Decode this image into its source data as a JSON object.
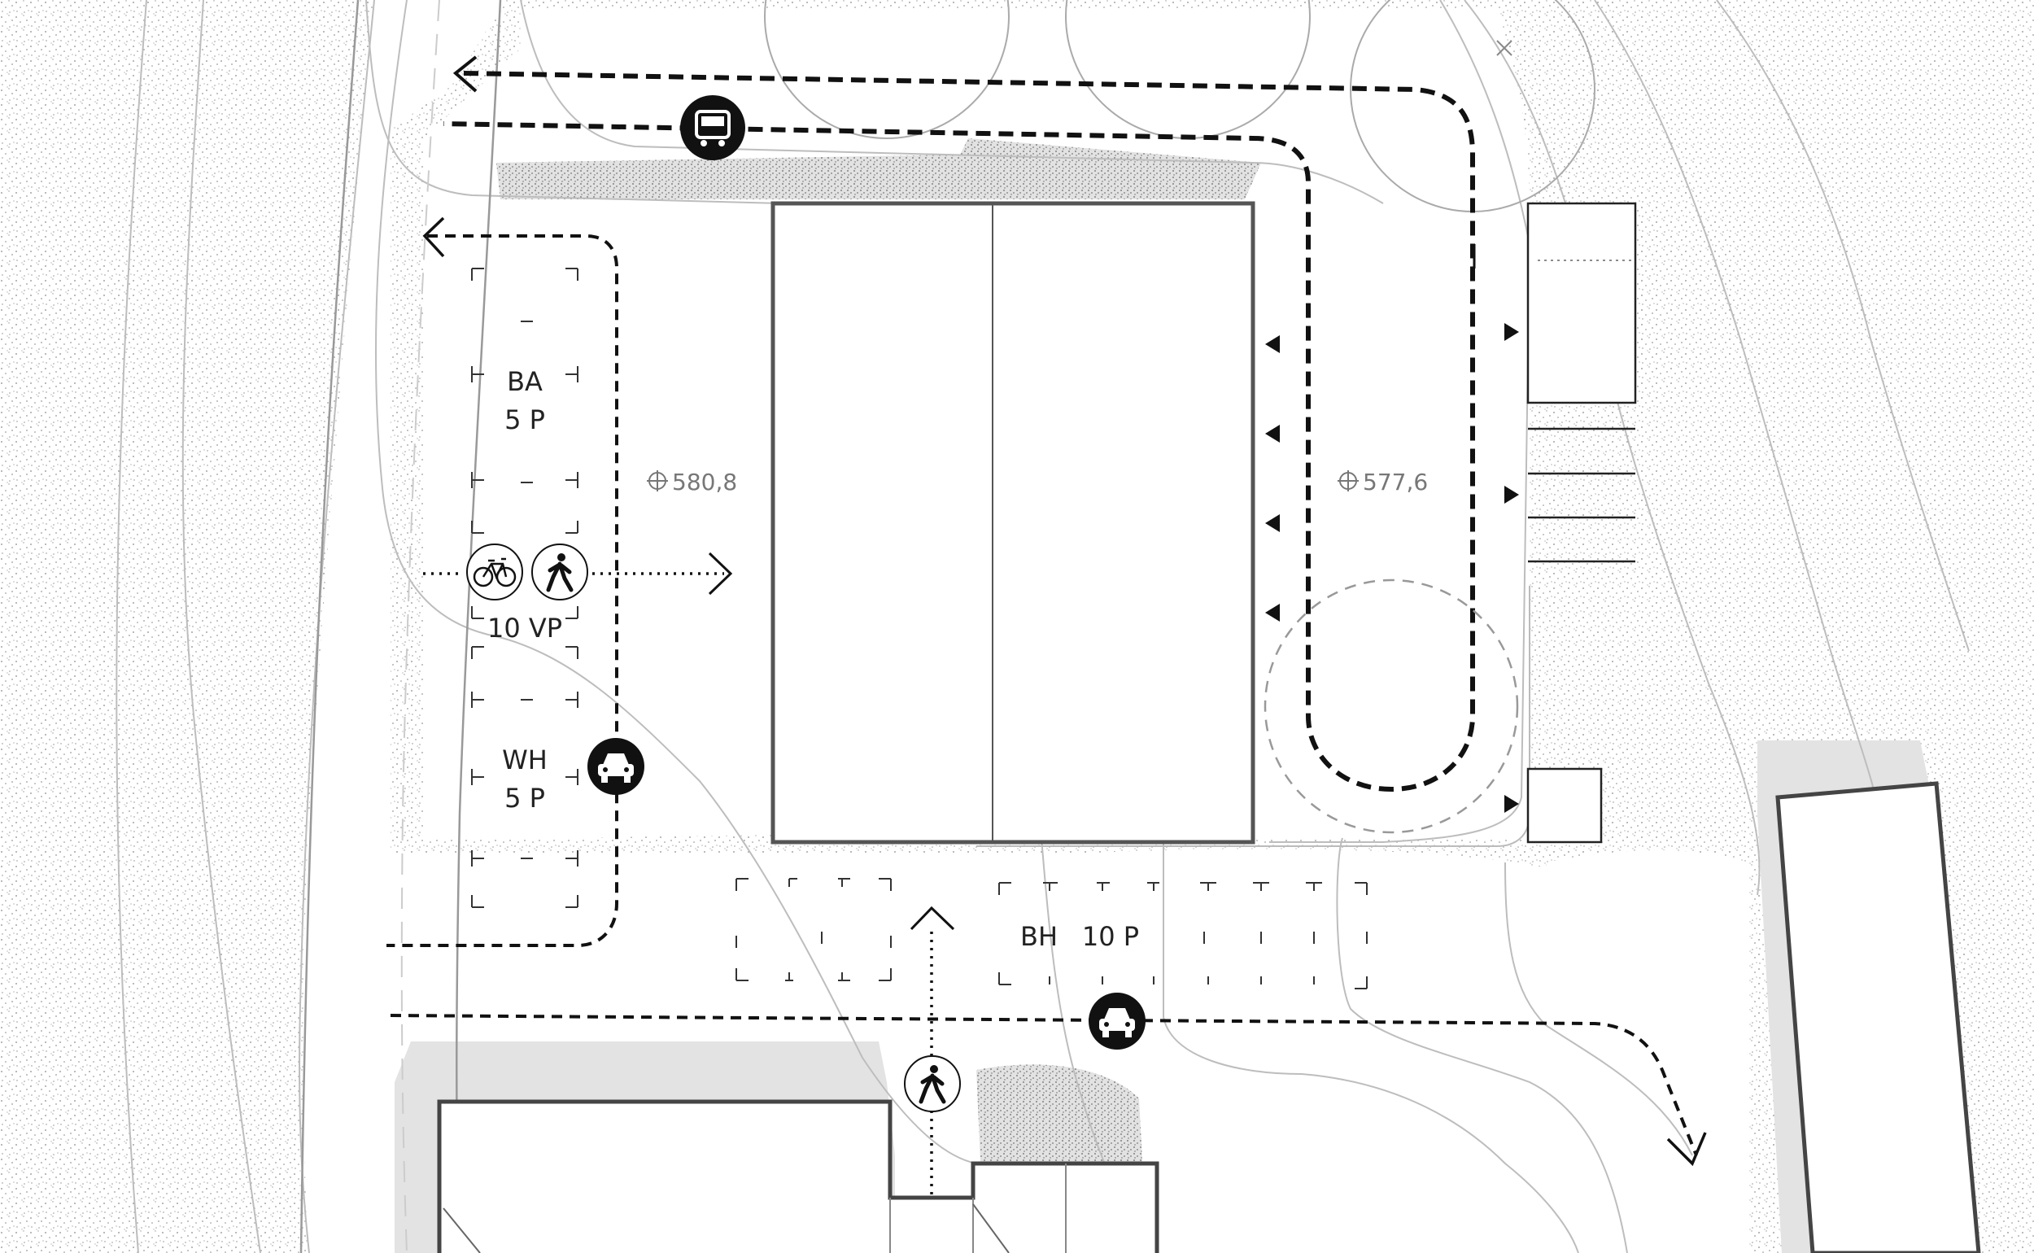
{
  "labels": {
    "ba": "BA",
    "ba_p": "5 P",
    "vp": "10 VP",
    "wh": "WH",
    "wh_p": "5 P",
    "bh": "BH",
    "bh_p": "10 P"
  },
  "elevations": {
    "west": "580,8",
    "east": "577,6"
  },
  "icons": [
    "bus-icon",
    "car-icon",
    "bicycle-icon",
    "pedestrian-icon"
  ],
  "colors": {
    "line": "#111111",
    "building": "#555555",
    "contour": "#bbbbbb",
    "hatch": "#e3e3e3"
  }
}
